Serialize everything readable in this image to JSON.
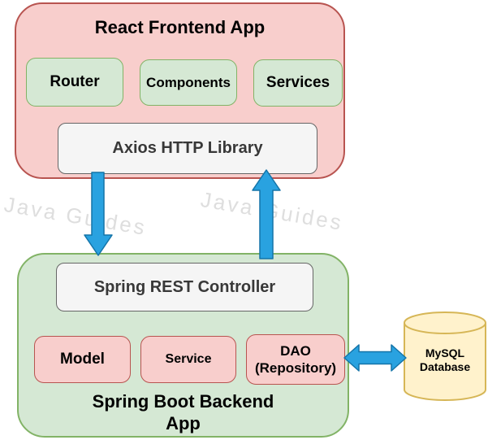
{
  "frontend": {
    "title": "React Frontend App",
    "modules": [
      "Router",
      "Components",
      "Services"
    ],
    "http_library": "Axios HTTP Library"
  },
  "backend": {
    "controller": "Spring REST Controller",
    "components": [
      "Model",
      "Service",
      "DAO\n(Repository)"
    ],
    "title": "Spring Boot Backend\nApp"
  },
  "database": {
    "label": "MySQL\nDatabase"
  },
  "watermarks": [
    "Java Guides",
    "Java Guides"
  ],
  "colors": {
    "frontend_fill": "#f8cecc",
    "frontend_stroke": "#b85450",
    "backend_fill": "#d5e8d4",
    "backend_stroke": "#82b366",
    "gray_box_fill": "#f5f5f5",
    "gray_box_stroke": "#666666",
    "database_fill": "#fff2cc",
    "database_stroke": "#d6b656",
    "arrow_fill": "#29a2e0",
    "arrow_stroke": "#1474a8",
    "watermark_text": "#dedede"
  }
}
